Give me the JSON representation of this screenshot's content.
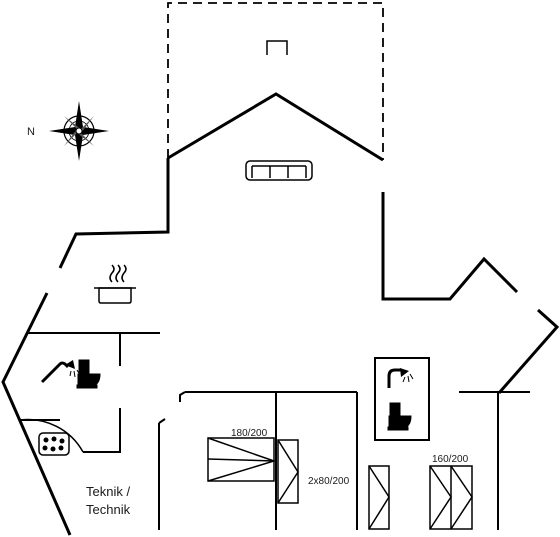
{
  "compass": {
    "north_label": "N"
  },
  "labels": {
    "bed_180": "180/200",
    "bed_2x80": "2x80/200",
    "bed_160": "160/200",
    "utility_line1": "Teknik /",
    "utility_line2": "Technik"
  },
  "colors": {
    "wall": "#000000",
    "fixture": "#111111",
    "background": "#ffffff"
  }
}
